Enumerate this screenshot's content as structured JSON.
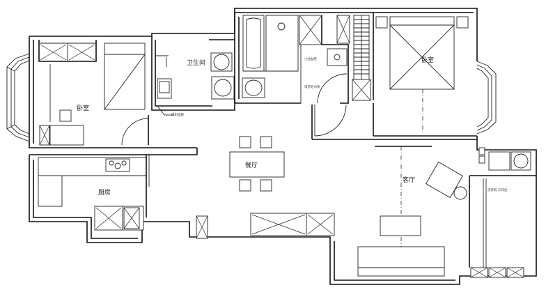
{
  "rooms": {
    "bedroom_left": "卧室",
    "bathroom": "卫生间",
    "bedroom_right": "卧室",
    "dining": "餐厅",
    "kitchen": "厨房",
    "living": "客厅"
  },
  "notes": {
    "bath_fan": "风机插座",
    "small_appliance": "小台盆柜",
    "towel_rack": "电热毛巾架",
    "balcony_station": "洗衣机 工作台"
  }
}
